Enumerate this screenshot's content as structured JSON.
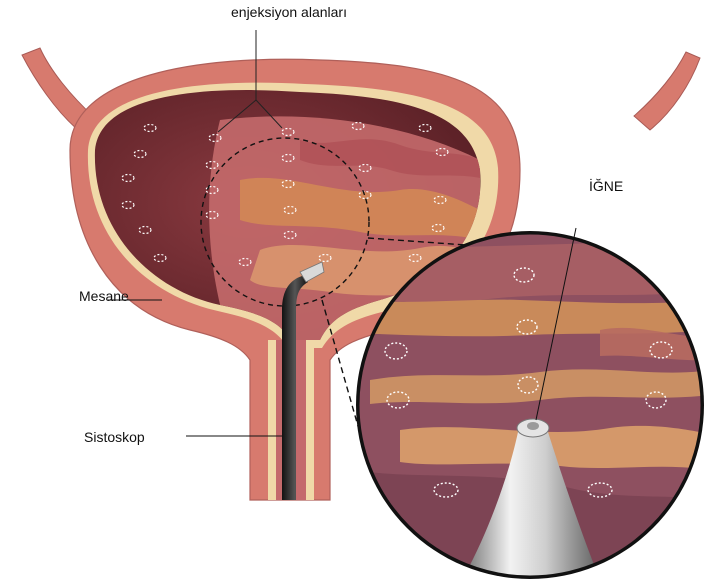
{
  "labels": {
    "injection_sites": "enjeksiyon alanları",
    "needle": "İĞNE",
    "bladder": "Mesane",
    "cystoscope": "Sistoskop"
  },
  "colors": {
    "outer_wall": "#d77a6e",
    "inner_lining": "#f0d9a8",
    "cavity_dark": "#6a2a2e",
    "tissue_pink": "#c46a6c",
    "tissue_orange": "#d48a55",
    "instrument": "#2a2a2a",
    "needle_metal": "#b9b9b9"
  },
  "icons": {
    "injection_site": "dotted-circle",
    "instrument": "cystoscope"
  }
}
